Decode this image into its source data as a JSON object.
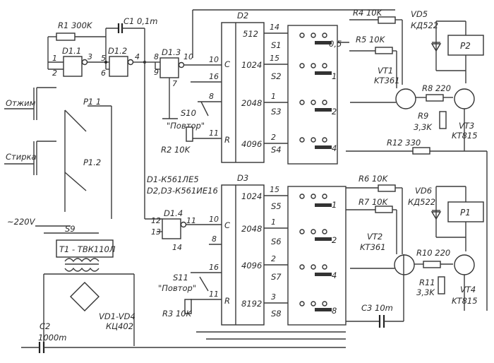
{
  "components": {
    "R1": "R1 300K",
    "C1": "C1 0,1m",
    "D11": "D1.1",
    "D12": "D1.2",
    "D13": "D1.3",
    "D14": "D1.4",
    "D2": "D2",
    "D3": "D3",
    "R4": "R4 10K",
    "R5": "R5 10K",
    "R6": "R6 10K",
    "R7": "R7 10K",
    "R8": "R8 220",
    "R9": "R9",
    "R9v": "3,3K",
    "R10": "R10 220",
    "R11": "R11",
    "R11v": "3,3K",
    "R12": "R12 330",
    "R2": "R2 10K",
    "R3": "R3 10K",
    "VD5": "VD5",
    "VD5t": "КД522",
    "VD6": "VD6",
    "VD6t": "КД522",
    "P1": "P1",
    "P2": "P2",
    "VT1": "VT1",
    "VT1t": "KT361",
    "VT2": "VT2",
    "VT2t": "KT361",
    "VT3": "VT3",
    "VT3t": "KT815",
    "VT4": "VT4",
    "VT4t": "KT815",
    "S1": "S1",
    "S2": "S2",
    "S3": "S3",
    "S4": "S4",
    "S5": "S5",
    "S6": "S6",
    "S7": "S7",
    "S8": "S8",
    "S9": "S9",
    "S10": "S10",
    "S11": "S11",
    "povtor": "\"Повтор\"",
    "P11": "P1 1",
    "P12": "P1.2",
    "otzhim": "Отжим",
    "stirka": "Стирка",
    "mains": "~220V",
    "T1": "T1 - ТВК110Л",
    "C2": "C2",
    "C2v": "1000m",
    "C3": "C3 10m",
    "VD14": "VD1-VD4",
    "VD14t": "КЦ402",
    "note1": "D1-К561ЛЕ5",
    "note2": "D2,D3-К561ИЕ16"
  },
  "d2_outputs": [
    "512",
    "1024",
    "2048",
    "4096"
  ],
  "d3_outputs": [
    "1024",
    "2048",
    "4096",
    "8192"
  ],
  "d2_pins": [
    "14",
    "15",
    "1",
    "2"
  ],
  "d3_pins": [
    "15",
    "1",
    "2",
    "3"
  ],
  "s_upper_values": [
    "0,5",
    "1",
    "2",
    "4"
  ],
  "s_lower_values": [
    "1",
    "2",
    "4",
    "8"
  ],
  "counter_pins": {
    "C": "C",
    "R": "R",
    "p10": "10",
    "p16": "16",
    "p8": "8",
    "p11": "11"
  },
  "gate_pins": {
    "g1": [
      "1",
      "2",
      "3"
    ],
    "g2": [
      "5",
      "6",
      "4"
    ],
    "g3": [
      "8",
      "9",
      "10",
      "7"
    ],
    "g4": [
      "12",
      "13",
      "11",
      "14"
    ]
  }
}
